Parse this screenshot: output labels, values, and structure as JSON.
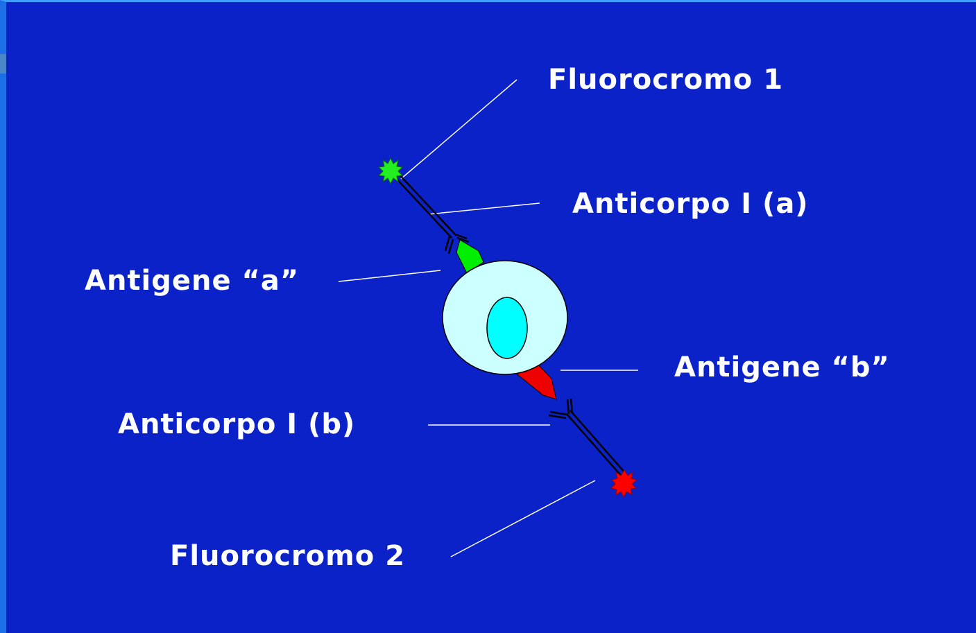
{
  "labels": {
    "fluorocromo_1": "Fluorocromo 1",
    "anticorpo_a": "Anticorpo I (a)",
    "antigene_a": "Antigene “a”",
    "antigene_b": "Antigene “b”",
    "anticorpo_b": "Anticorpo I (b)",
    "fluorocromo_2": "Fluorocromo 2"
  },
  "colors": {
    "background": "#0b22c9",
    "cell_cytoplasm": "#ccffff",
    "cell_nucleus": "#00ffff",
    "fluorochrome_1": "#22ee22",
    "fluorochrome_2": "#ff0000",
    "antigen_a": "#00ee00",
    "antigen_b": "#ee0000",
    "antibody": "#000000",
    "leader_line": "#ffffff"
  }
}
